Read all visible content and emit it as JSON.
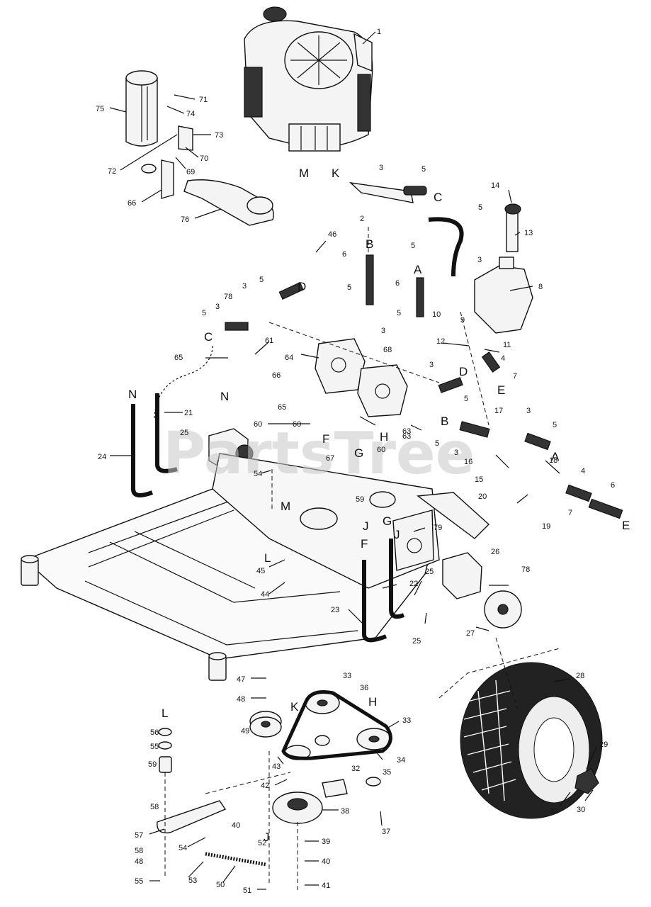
{
  "watermark": "PartsTree",
  "callouts": [
    {
      "text": "1"
    },
    {
      "text": "75"
    },
    {
      "text": "71"
    },
    {
      "text": "74"
    },
    {
      "text": "73"
    },
    {
      "text": "70"
    },
    {
      "text": "72"
    },
    {
      "text": "69"
    },
    {
      "text": "66"
    },
    {
      "text": "76"
    },
    {
      "text": "M"
    },
    {
      "text": "K"
    },
    {
      "text": "3"
    },
    {
      "text": "5"
    },
    {
      "text": "C"
    },
    {
      "text": "2"
    },
    {
      "text": "5"
    },
    {
      "text": "5"
    },
    {
      "text": "14"
    },
    {
      "text": "13"
    },
    {
      "text": "46"
    },
    {
      "text": "B"
    },
    {
      "text": "6"
    },
    {
      "text": "A"
    },
    {
      "text": "6"
    },
    {
      "text": "5"
    },
    {
      "text": "5"
    },
    {
      "text": "3"
    },
    {
      "text": "8"
    },
    {
      "text": "10"
    },
    {
      "text": "9"
    },
    {
      "text": "5"
    },
    {
      "text": "3"
    },
    {
      "text": "D"
    },
    {
      "text": "78"
    },
    {
      "text": "3"
    },
    {
      "text": "5"
    },
    {
      "text": "C"
    },
    {
      "text": "3"
    },
    {
      "text": "68"
    },
    {
      "text": "12"
    },
    {
      "text": "11"
    },
    {
      "text": "4"
    },
    {
      "text": "7"
    },
    {
      "text": "E"
    },
    {
      "text": "65"
    },
    {
      "text": "61"
    },
    {
      "text": "64"
    },
    {
      "text": "N"
    },
    {
      "text": "66"
    },
    {
      "text": "3"
    },
    {
      "text": "D"
    },
    {
      "text": "5"
    },
    {
      "text": "N"
    },
    {
      "text": "21"
    },
    {
      "text": "65"
    },
    {
      "text": "60"
    },
    {
      "text": "60"
    },
    {
      "text": "63"
    },
    {
      "text": "B"
    },
    {
      "text": "17"
    },
    {
      "text": "3"
    },
    {
      "text": "5"
    },
    {
      "text": "5"
    },
    {
      "text": "A"
    },
    {
      "text": "24"
    },
    {
      "text": "25"
    },
    {
      "text": "F"
    },
    {
      "text": "H"
    },
    {
      "text": "3"
    },
    {
      "text": "16"
    },
    {
      "text": "18"
    },
    {
      "text": "67"
    },
    {
      "text": "G"
    },
    {
      "text": "60"
    },
    {
      "text": "63"
    },
    {
      "text": "15"
    },
    {
      "text": "4"
    },
    {
      "text": "6"
    },
    {
      "text": "54"
    },
    {
      "text": "20"
    },
    {
      "text": "59"
    },
    {
      "text": "7"
    },
    {
      "text": "E"
    },
    {
      "text": "M"
    },
    {
      "text": "19"
    },
    {
      "text": "J"
    },
    {
      "text": "G"
    },
    {
      "text": "79"
    },
    {
      "text": "L"
    },
    {
      "text": "45"
    },
    {
      "text": "F"
    },
    {
      "text": "J"
    },
    {
      "text": "26"
    },
    {
      "text": "44"
    },
    {
      "text": "25"
    },
    {
      "text": "78"
    },
    {
      "text": "22"
    },
    {
      "text": "23"
    },
    {
      "text": "25"
    },
    {
      "text": "27"
    },
    {
      "text": "47"
    },
    {
      "text": "33"
    },
    {
      "text": "36"
    },
    {
      "text": "28"
    },
    {
      "text": "48"
    },
    {
      "text": "L"
    },
    {
      "text": "K"
    },
    {
      "text": "H"
    },
    {
      "text": "33"
    },
    {
      "text": "56"
    },
    {
      "text": "49"
    },
    {
      "text": "55"
    },
    {
      "text": "34"
    },
    {
      "text": "29"
    },
    {
      "text": "59"
    },
    {
      "text": "43"
    },
    {
      "text": "32"
    },
    {
      "text": "35"
    },
    {
      "text": "42"
    },
    {
      "text": "58"
    },
    {
      "text": "38"
    },
    {
      "text": "37"
    },
    {
      "text": "31"
    },
    {
      "text": "30"
    },
    {
      "text": "57"
    },
    {
      "text": "40"
    },
    {
      "text": "54"
    },
    {
      "text": "52"
    },
    {
      "text": "J"
    },
    {
      "text": "39"
    },
    {
      "text": "53"
    },
    {
      "text": "58"
    },
    {
      "text": "40"
    },
    {
      "text": "48"
    },
    {
      "text": "50"
    },
    {
      "text": "55"
    },
    {
      "text": "51"
    },
    {
      "text": "41"
    }
  ]
}
